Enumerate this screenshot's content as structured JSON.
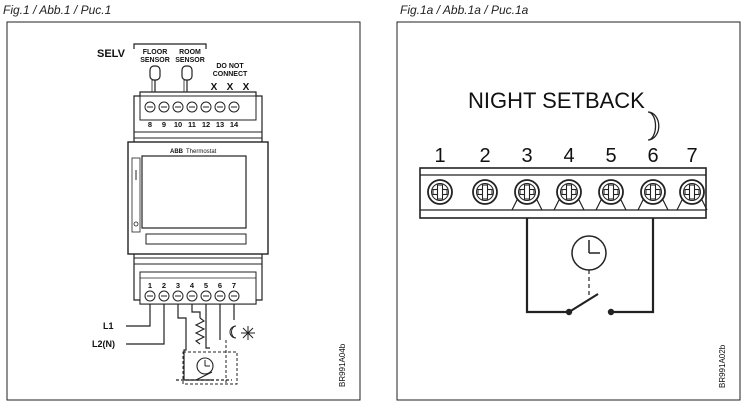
{
  "figures": {
    "left": {
      "caption": "Fig.1 / Abb.1 / Рис.1",
      "selv_label": "SELV",
      "floor_sensor_label": [
        "FLOOR",
        "SENSOR"
      ],
      "room_sensor_label": [
        "ROOM",
        "SENSOR"
      ],
      "do_not_connect_label": [
        "DO NOT",
        "CONNECT"
      ],
      "top_terminals": [
        "8",
        "9",
        "10",
        "11",
        "12",
        "13",
        "14"
      ],
      "x_marks": [
        "X",
        "X",
        "X"
      ],
      "device_brand": "ABB",
      "device_name": "Thermostat",
      "bottom_terminals": [
        "1",
        "2",
        "3",
        "4",
        "5",
        "6",
        "7"
      ],
      "l1_label": "L1",
      "l2_label": "L2(N)",
      "ref_code": "BR991A04b"
    },
    "right": {
      "caption": "Fig.1a / Abb.1a / Рис.1a",
      "title": "NIGHT SETBACK",
      "terminals": [
        "1",
        "2",
        "3",
        "4",
        "5",
        "6",
        "7"
      ],
      "ref_code": "BR991A02b"
    }
  },
  "icons": {
    "moon": "moon-icon",
    "snowflake": "snowflake-icon",
    "clock": "timer-clock-icon",
    "resistor": "resistor-icon"
  }
}
